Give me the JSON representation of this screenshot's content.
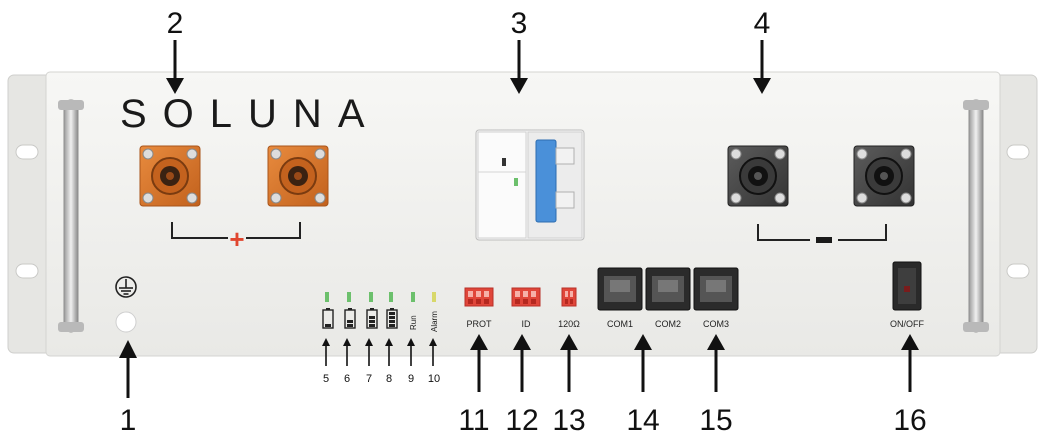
{
  "brand": "SOLUNA",
  "polarity": {
    "positive": "+",
    "negative": "-"
  },
  "labels": {
    "led_run": "Run",
    "led_alarm": "Alarm",
    "prot": "PROT",
    "id": "ID",
    "ohm": "120Ω",
    "com1": "COM1",
    "com2": "COM2",
    "com3": "COM3",
    "onoff": "ON/OFF"
  },
  "callouts": {
    "c1": "1",
    "c2": "2",
    "c3": "3",
    "c4": "4",
    "c5": "5",
    "c6": "6",
    "c7": "7",
    "c8": "8",
    "c9": "9",
    "c10": "10",
    "c11": "11",
    "c12": "12",
    "c13": "13",
    "c14": "14",
    "c15": "15",
    "c16": "16"
  },
  "colors": {
    "panel": "#f1f1ef",
    "positive_terminal": "#d9762b",
    "negative_terminal": "#4a4a4a",
    "breaker_blue": "#4a90d9",
    "dip_red": "#e0463a",
    "led_green": "#6cc06c",
    "led_yellow": "#d8d86a",
    "plus_red": "#e0462f"
  },
  "icons": [
    "ground-icon",
    "battery-1-icon",
    "battery-2-icon",
    "battery-3-icon",
    "battery-4-icon"
  ]
}
